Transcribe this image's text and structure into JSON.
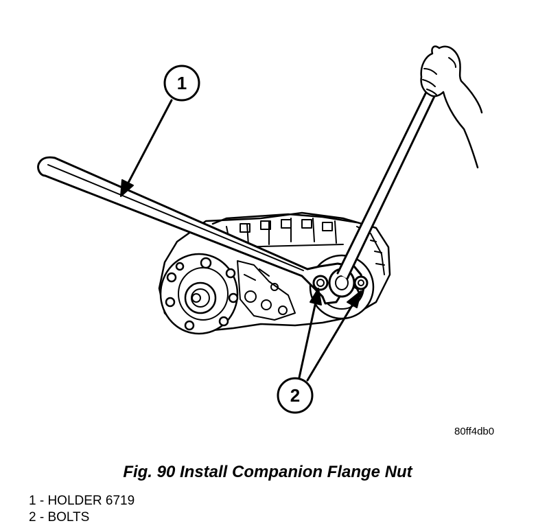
{
  "figure": {
    "code": "80ff4db0",
    "caption": "Fig. 90 Install Companion Flange Nut"
  },
  "callouts": [
    {
      "number": "1"
    },
    {
      "number": "2"
    }
  ],
  "legend": [
    {
      "text": "1 - HOLDER 6719"
    },
    {
      "text": "2 - BOLTS"
    }
  ],
  "colors": {
    "ink": "#000000",
    "paper": "#ffffff"
  }
}
